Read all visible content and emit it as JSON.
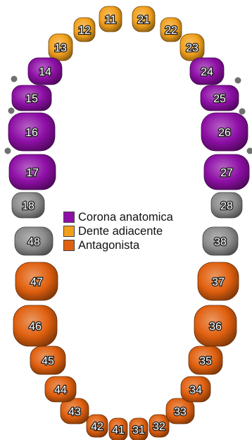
{
  "colors": {
    "anatomical_crown": "#8e0fa6",
    "adjacent_tooth": "#f2a01c",
    "antagonist": "#e0600f",
    "other": "#8c8c8c"
  },
  "legend": [
    {
      "label": "Corona anatomica",
      "category": "anatomical_crown"
    },
    {
      "label": "Dente adiacente",
      "category": "adjacent_tooth"
    },
    {
      "label": "Antagonista",
      "category": "antagonist"
    }
  ],
  "teeth": [
    {
      "number": "11",
      "category": "adjacent_tooth"
    },
    {
      "number": "12",
      "category": "adjacent_tooth"
    },
    {
      "number": "13",
      "category": "adjacent_tooth"
    },
    {
      "number": "14",
      "category": "anatomical_crown"
    },
    {
      "number": "15",
      "category": "anatomical_crown"
    },
    {
      "number": "16",
      "category": "anatomical_crown"
    },
    {
      "number": "17",
      "category": "anatomical_crown"
    },
    {
      "number": "18",
      "category": "other"
    },
    {
      "number": "21",
      "category": "adjacent_tooth"
    },
    {
      "number": "22",
      "category": "adjacent_tooth"
    },
    {
      "number": "23",
      "category": "adjacent_tooth"
    },
    {
      "number": "24",
      "category": "anatomical_crown"
    },
    {
      "number": "25",
      "category": "anatomical_crown"
    },
    {
      "number": "26",
      "category": "anatomical_crown"
    },
    {
      "number": "27",
      "category": "anatomical_crown"
    },
    {
      "number": "28",
      "category": "other"
    },
    {
      "number": "31",
      "category": "antagonist"
    },
    {
      "number": "32",
      "category": "antagonist"
    },
    {
      "number": "33",
      "category": "antagonist"
    },
    {
      "number": "34",
      "category": "antagonist"
    },
    {
      "number": "35",
      "category": "antagonist"
    },
    {
      "number": "36",
      "category": "antagonist"
    },
    {
      "number": "37",
      "category": "antagonist"
    },
    {
      "number": "38",
      "category": "other"
    },
    {
      "number": "41",
      "category": "antagonist"
    },
    {
      "number": "42",
      "category": "antagonist"
    },
    {
      "number": "43",
      "category": "antagonist"
    },
    {
      "number": "44",
      "category": "antagonist"
    },
    {
      "number": "45",
      "category": "antagonist"
    },
    {
      "number": "46",
      "category": "antagonist"
    },
    {
      "number": "47",
      "category": "antagonist"
    },
    {
      "number": "48",
      "category": "other"
    }
  ]
}
